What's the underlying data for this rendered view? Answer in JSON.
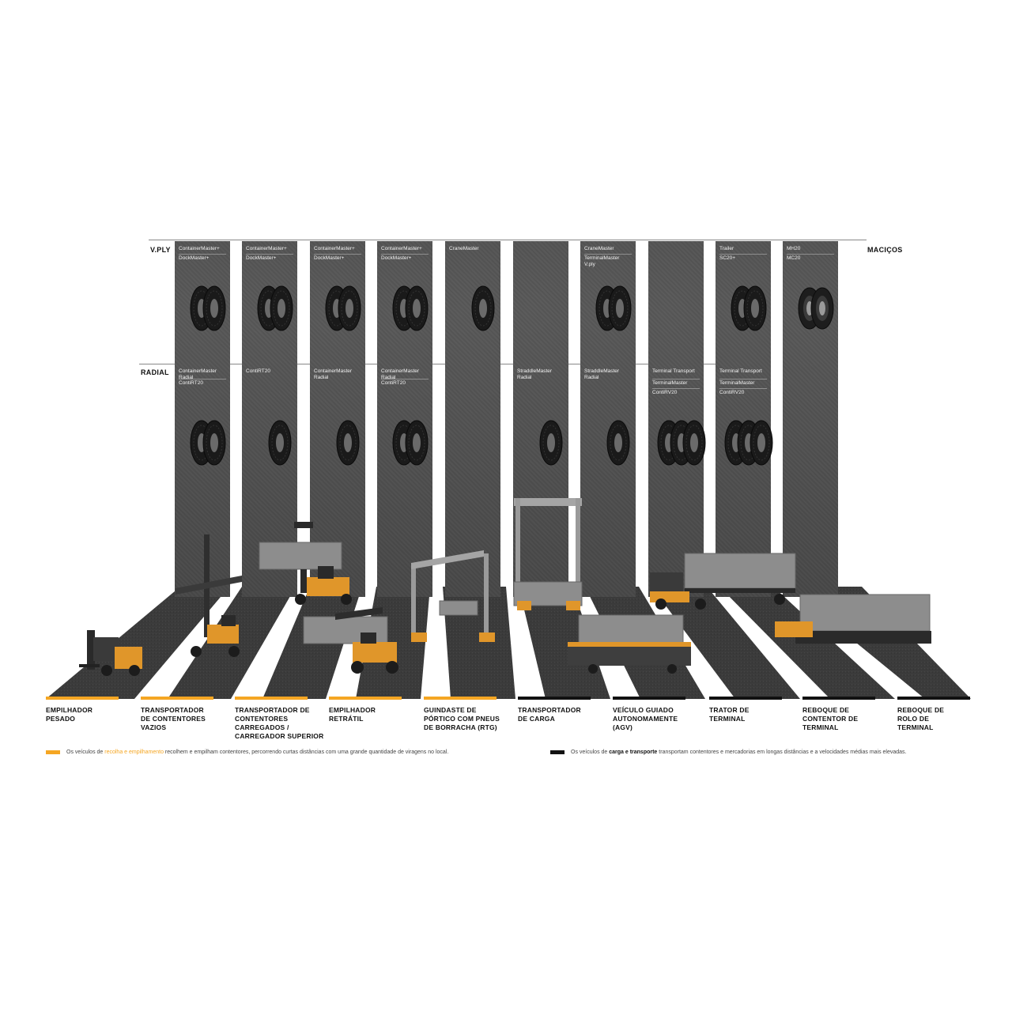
{
  "sections": {
    "vply": "V.PLY",
    "radial": "RADIAL",
    "solid": "MACIÇOS"
  },
  "columns": [
    {
      "vply": [
        "ContainerMaster+",
        "DockMaster+"
      ],
      "radial": [
        "ContainerMaster Radial",
        "ContiRT20"
      ]
    },
    {
      "vply": [
        "ContainerMaster+",
        "DockMaster+"
      ],
      "radial": [
        "ContiRT20"
      ]
    },
    {
      "vply": [
        "ContainerMaster+",
        "DockMaster+"
      ],
      "radial": [
        "ContainerMaster Radial"
      ]
    },
    {
      "vply": [
        "ContainerMaster+",
        "DockMaster+"
      ],
      "radial": [
        "ContainerMaster Radial",
        "ContiRT20"
      ]
    },
    {
      "vply": [
        "CraneMaster"
      ],
      "radial": []
    },
    {
      "vply": [],
      "radial": [
        "StraddleMaster Radial"
      ]
    },
    {
      "vply": [
        "CraneMaster",
        "TerminalMaster V.ply"
      ],
      "radial": [
        "StraddleMaster Radial"
      ]
    },
    {
      "vply": [],
      "radial": [
        "Terminal Transport",
        "TerminalMaster",
        "ContiRV20"
      ]
    },
    {
      "vply": [
        "Trailer",
        "SC20+"
      ],
      "radial": [
        "Terminal Transport",
        "TerminalMaster",
        "ContiRV20"
      ]
    },
    {
      "vply": [
        "MH20",
        "MC20"
      ],
      "radial": []
    }
  ],
  "vehicles": [
    {
      "lines": [
        "EMPILHADOR",
        "PESADO"
      ],
      "bar": "orange"
    },
    {
      "lines": [
        "TRANSPORTADOR",
        "DE CONTENTORES",
        "VAZIOS"
      ],
      "bar": "orange"
    },
    {
      "lines": [
        "TRANSPORTADOR DE",
        "CONTENTORES",
        "CARREGADOS /",
        "CARREGADOR SUPERIOR"
      ],
      "bar": "orange"
    },
    {
      "lines": [
        "EMPILHADOR",
        "RETRÁTIL"
      ],
      "bar": "orange"
    },
    {
      "lines": [
        "GUINDASTE DE",
        "PÓRTICO COM PNEUS",
        "DE BORRACHA (RTG)"
      ],
      "bar": "orange"
    },
    {
      "lines": [
        "TRANSPORTADOR",
        "DE CARGA"
      ],
      "bar": "black"
    },
    {
      "lines": [
        "VEÍCULO GUIADO",
        "AUTONOMAMENTE",
        "(AGV)"
      ],
      "bar": "black"
    },
    {
      "lines": [
        "TRATOR DE",
        "TERMINAL"
      ],
      "bar": "black"
    },
    {
      "lines": [
        "REBOQUE DE",
        "CONTENTOR DE",
        "TERMINAL"
      ],
      "bar": "black"
    },
    {
      "lines": [
        "REBOQUE DE",
        "ROLO DE",
        "TERMINAL"
      ],
      "bar": "black"
    }
  ],
  "legend": {
    "left": {
      "pre": "Os veículos de ",
      "highlight": "recolha e empilhamento",
      "post": " recolhem e empilham contentores, percorrendo curtas distâncias com uma grande quantidade de viragens no local."
    },
    "right": {
      "pre": "Os veículos de ",
      "highlight": "carga e transporte",
      "post": " transportam contentores e mercadorias em longas distâncias e a velocidades médias mais elevadas."
    }
  },
  "colors": {
    "orange": "#f5a623",
    "black": "#111111",
    "asphalt": "#525252",
    "road": "#3a3a3a"
  }
}
